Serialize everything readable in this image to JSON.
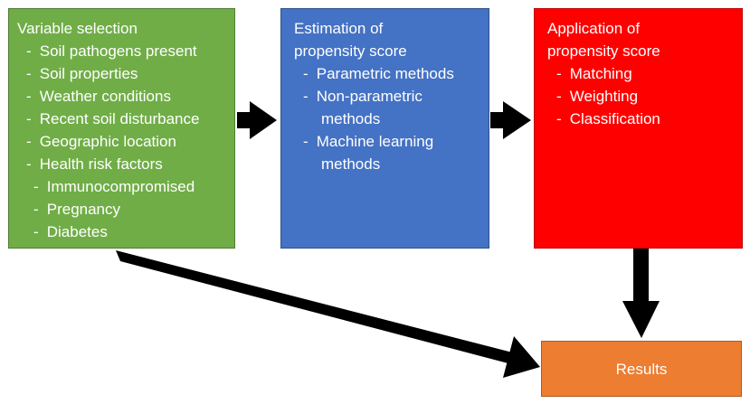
{
  "boxes": {
    "variable_selection": {
      "title": "Variable selection",
      "items": [
        "Soil pathogens present",
        "Soil properties",
        "Weather conditions",
        "Recent soil disturbance",
        "Geographic location",
        "Health risk factors"
      ],
      "subitems": [
        "Immunocompromised",
        "Pregnancy",
        "Diabetes"
      ],
      "color": "#70AD47"
    },
    "estimation": {
      "title": "Estimation of\npropensity score",
      "items": [
        {
          "line1": "Parametric methods",
          "line2": ""
        },
        {
          "line1": "Non-parametric",
          "line2": "methods"
        },
        {
          "line1": "Machine learning",
          "line2": "methods"
        }
      ],
      "color": "#4472C4"
    },
    "application": {
      "title": "Application of\npropensity score",
      "items": [
        "Matching",
        "Weighting",
        "Classification"
      ],
      "color": "#FF0000"
    },
    "results": {
      "label": "Results",
      "color": "#ED7D31"
    }
  },
  "arrow_color": "#000000"
}
